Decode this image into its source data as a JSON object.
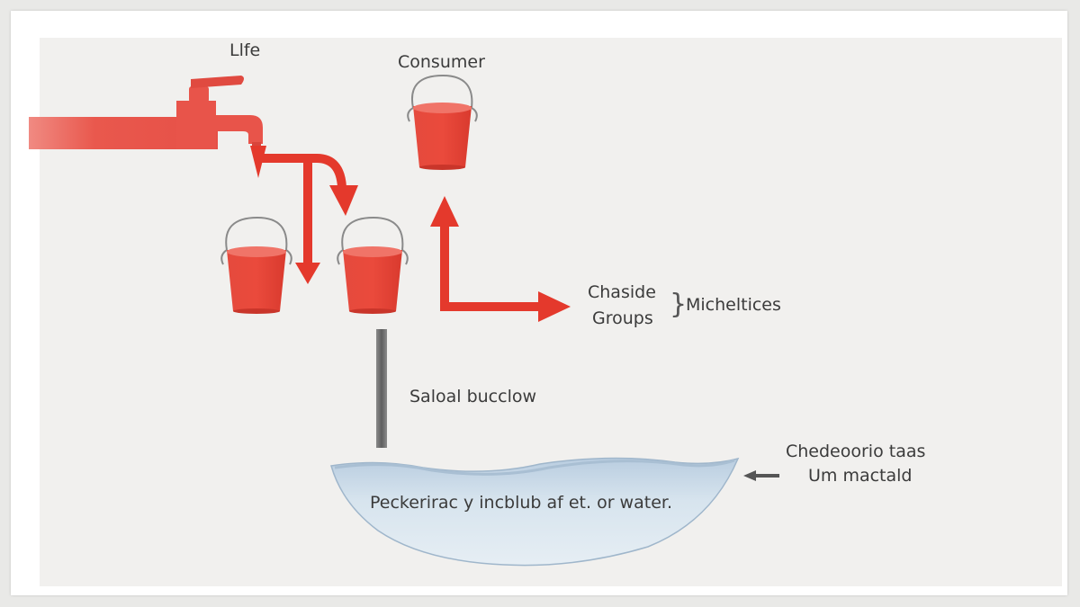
{
  "labels": {
    "top_left": "Llfe",
    "consumer": "Consumer",
    "group_line1": "Chaside",
    "group_line2": "Groups",
    "brace": "}",
    "micheltices": "Micheltices",
    "saloal": "Saloal bucclow",
    "reservoir_text": "Peckerirac y incblub af et. or water.",
    "side_line1": "Chedeoorio taas",
    "side_line2": "Um mactald"
  },
  "colors": {
    "accent_red": "#e4392c",
    "pipe_red": "#e8544a",
    "water": "#cfdde9",
    "stem_gray": "#777777",
    "text": "#3b3b3b",
    "background": "#f1f0ee"
  },
  "icons": {
    "faucet": "faucet-icon",
    "bucket": "bucket-icon",
    "arrow": "arrow-icon",
    "reservoir": "water-pool-icon"
  }
}
